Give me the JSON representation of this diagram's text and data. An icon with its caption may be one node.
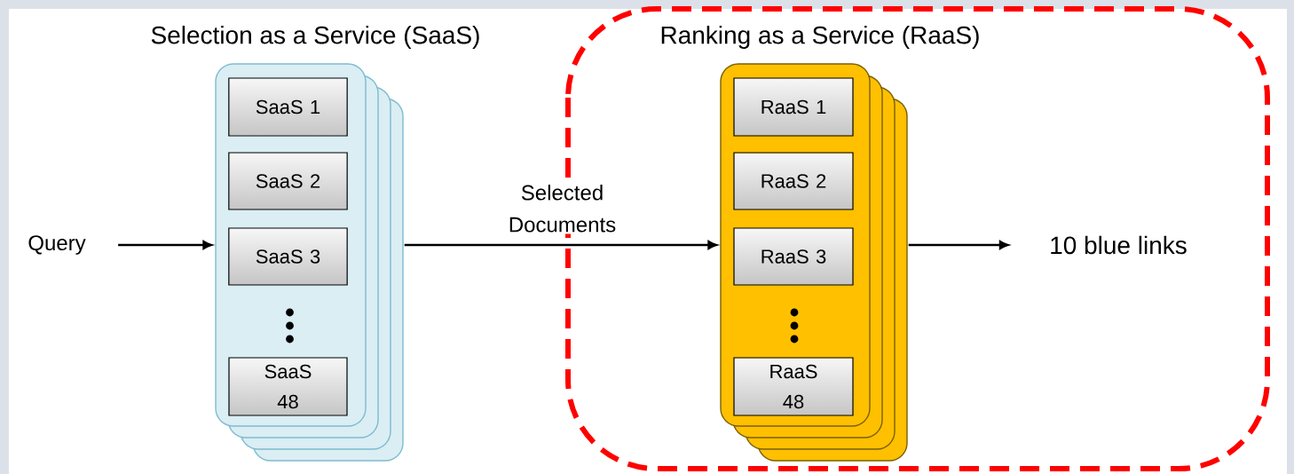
{
  "diagram": {
    "nodes": [
      {
        "text": [
          "Query"
        ]
      },
      {
        "text": [
          "Selection as a Service (SaaS)"
        ]
      },
      {
        "text": [
          "SaaS 1"
        ],
        "in": 1
      },
      {
        "text": [
          "SaaS 2"
        ],
        "in": 1
      },
      {
        "text": [
          "SaaS 3"
        ],
        "in": 1
      },
      {
        "text": [
          "SaaS 48"
        ],
        "in": 1
      },
      {
        "text": [],
        "shape": "box"
      },
      {
        "text": [
          "Ranking as a Service (RaaS)"
        ],
        "in": 6
      },
      {
        "text": [
          "RaaS 1"
        ],
        "in": 7
      },
      {
        "text": [
          "RaaS 2"
        ],
        "in": 7
      },
      {
        "text": [
          "RaaS 3"
        ],
        "in": 7
      },
      {
        "text": [
          "RaaS 48"
        ],
        "in": 7
      },
      {
        "text": [
          "10 blue links"
        ],
        "in": 6
      }
    ],
    "edges": [
      {
        "from": 0,
        "to": 1,
        "arrow": "to"
      },
      {
        "from": 1,
        "to": 7,
        "arrow": "to",
        "label": "Selected Documents"
      },
      {
        "from": 7,
        "to": 12,
        "arrow": "to"
      }
    ]
  }
}
